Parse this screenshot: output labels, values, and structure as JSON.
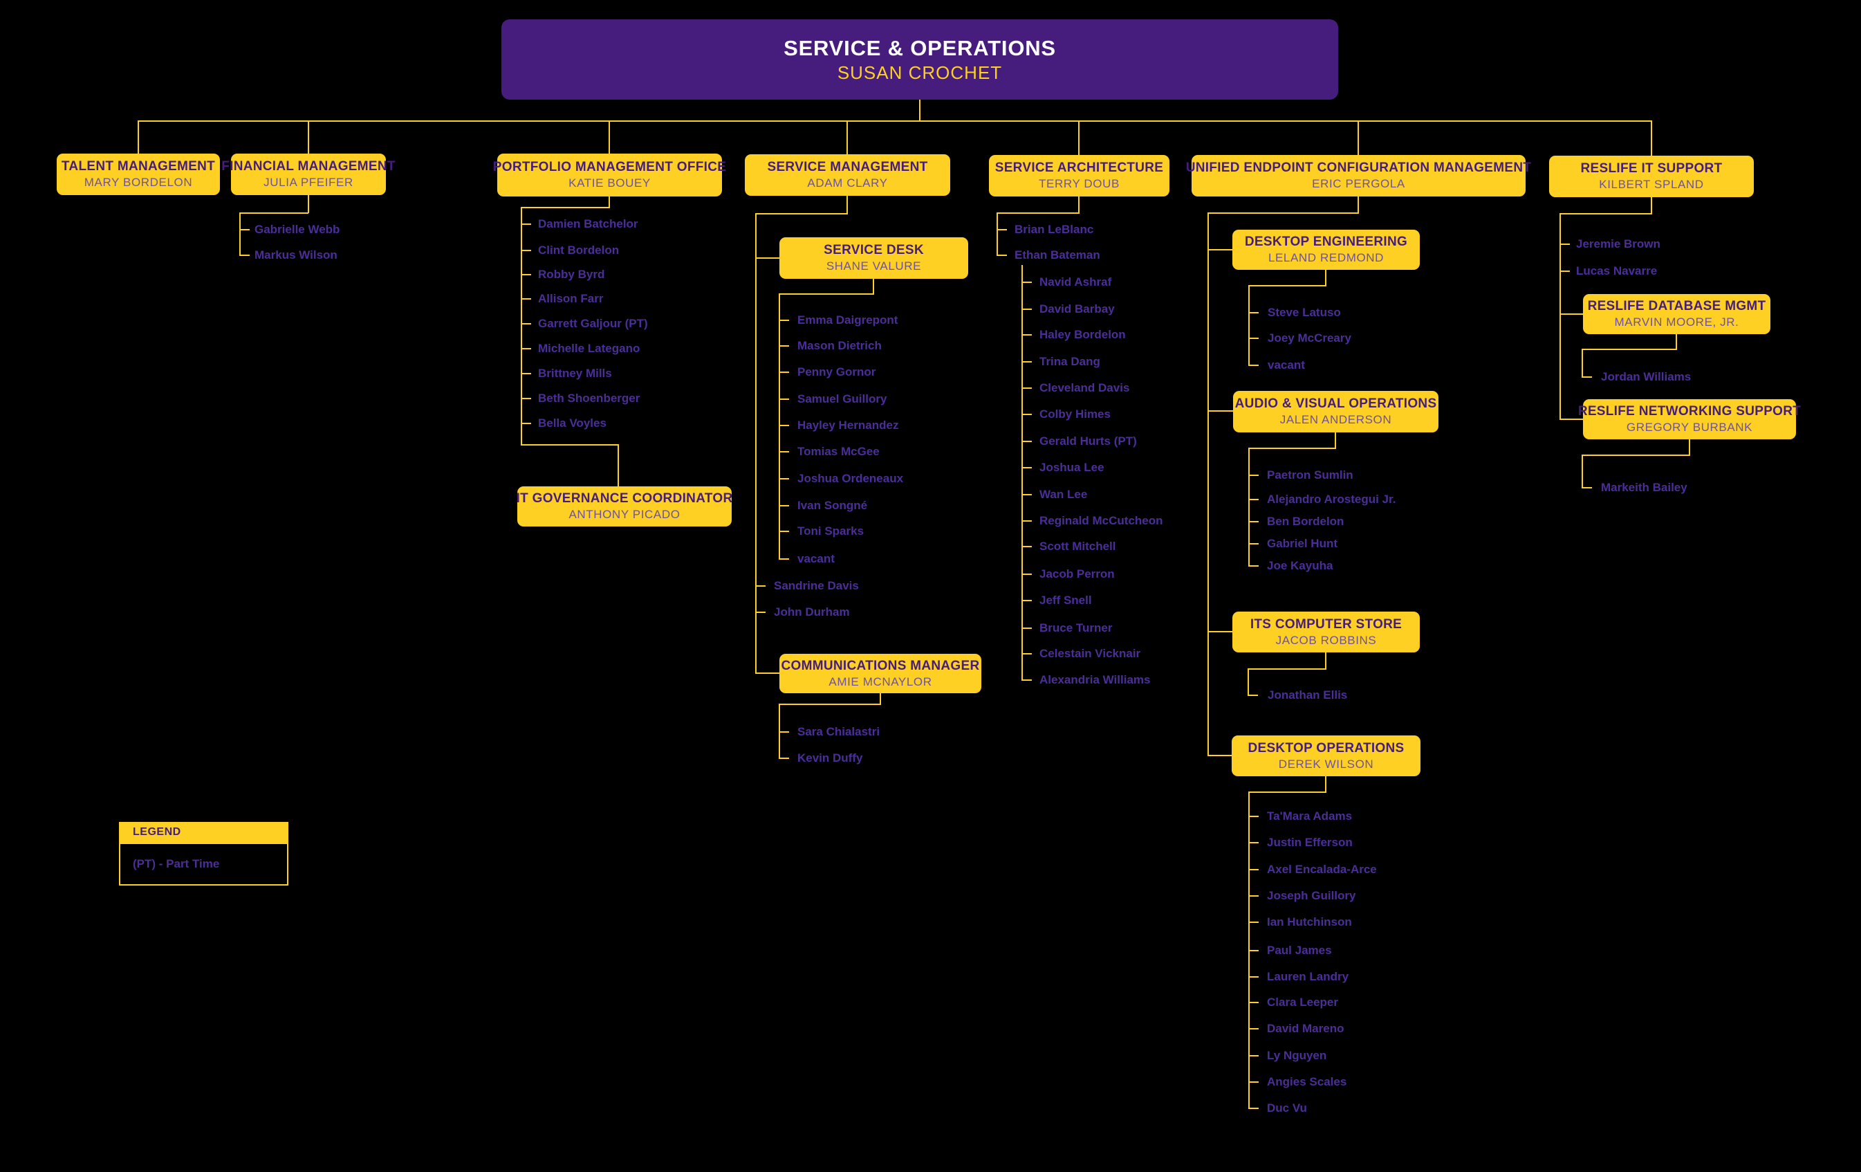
{
  "colors": {
    "background": "#000000",
    "gold": "#FDD023",
    "purple": "#461D7C",
    "subtitle_purple": "#6E51A5",
    "list_purple": "#4B2E99",
    "root_title_white": "#FFFFFF"
  },
  "root": {
    "title": "SERVICE & OPERATIONS",
    "name": "SUSAN CROCHET"
  },
  "units": {
    "talent_management": {
      "title": "TALENT MANAGEMENT",
      "name": "MARY BORDELON"
    },
    "financial_management": {
      "title": "FINANCIAL MANAGEMENT",
      "name": "JULIA PFEIFER",
      "members": [
        "Gabrielle Webb",
        "Markus Wilson"
      ]
    },
    "portfolio_management_office": {
      "title": "PORTFOLIO MANAGEMENT OFFICE",
      "name": "KATIE BOUEY",
      "members": [
        "Damien Batchelor",
        "Clint Bordelon",
        "Robby Byrd",
        "Allison Farr",
        "Garrett Galjour (PT)",
        "Michelle Lategano",
        "Brittney Mills",
        "Beth Shoenberger",
        "Bella Voyles"
      ]
    },
    "it_governance_coordinator": {
      "title": "IT GOVERNANCE COORDINATOR",
      "name": "ANTHONY PICADO"
    },
    "service_management": {
      "title": "SERVICE MANAGEMENT",
      "name": "ADAM CLARY",
      "members": [
        "Sandrine Davis",
        "John Durham"
      ]
    },
    "service_desk": {
      "title": "SERVICE DESK",
      "name": "SHANE VALURE",
      "members": [
        "Emma Daigrepont",
        "Mason Dietrich",
        "Penny Gornor",
        "Samuel Guillory",
        "Hayley Hernandez",
        "Tomias McGee",
        "Joshua Ordeneaux",
        "Ivan Songné",
        "Toni Sparks",
        "vacant"
      ]
    },
    "communications_manager": {
      "title": "COMMUNICATIONS MANAGER",
      "name": "AMIE MCNAYLOR",
      "members": [
        "Sara Chialastri",
        "Kevin Duffy"
      ]
    },
    "service_architecture": {
      "title": "SERVICE ARCHITECTURE",
      "name": "TERRY DOUB",
      "members": [
        "Brian LeBlanc",
        "Ethan Bateman"
      ],
      "ethan_bateman_team": [
        "Navid Ashraf",
        "David Barbay",
        "Haley Bordelon",
        "Trina Dang",
        "Cleveland Davis",
        "Colby Himes",
        "Gerald Hurts (PT)",
        "Joshua Lee",
        "Wan Lee",
        "Reginald McCutcheon",
        "Scott Mitchell",
        "Jacob Perron",
        "Jeff Snell",
        "Bruce Turner",
        "Celestain Vicknair",
        "Alexandria Williams"
      ]
    },
    "unified_endpoint_configuration_management": {
      "title": "UNIFIED ENDPOINT CONFIGURATION MANAGEMENT",
      "name": "ERIC PERGOLA"
    },
    "desktop_engineering": {
      "title": "DESKTOP ENGINEERING",
      "name": "LELAND REDMOND",
      "members": [
        "Steve Latuso",
        "Joey McCreary",
        "vacant"
      ]
    },
    "audio_visual_operations": {
      "title": "AUDIO & VISUAL OPERATIONS",
      "name": "JALEN ANDERSON",
      "members": [
        "Paetron Sumlin",
        "Alejandro Arostegui Jr.",
        "Ben Bordelon",
        "Gabriel Hunt",
        "Joe Kayuha"
      ]
    },
    "its_computer_store": {
      "title": "ITS COMPUTER STORE",
      "name": "JACOB ROBBINS",
      "members": [
        "Jonathan Ellis"
      ]
    },
    "desktop_operations": {
      "title": "DESKTOP OPERATIONS",
      "name": "DEREK WILSON",
      "members": [
        "Ta'Mara Adams",
        "Justin Efferson",
        "Axel Encalada-Arce",
        "Joseph Guillory",
        "Ian Hutchinson",
        "Paul James",
        "Lauren Landry",
        "Clara Leeper",
        "David Mareno",
        "Ly Nguyen",
        "Angies Scales",
        "Duc Vu"
      ]
    },
    "reslife_it_support": {
      "title": "RESLIFE IT SUPPORT",
      "name": "KILBERT SPLAND",
      "members": [
        "Jeremie Brown",
        "Lucas Navarre"
      ]
    },
    "reslife_database_mgmt": {
      "title": "RESLIFE DATABASE MGMT",
      "name": "MARVIN MOORE, JR.",
      "members": [
        "Jordan Williams"
      ]
    },
    "reslife_networking_support": {
      "title": "RESLIFE NETWORKING SUPPORT",
      "name": "GREGORY BURBANK",
      "members": [
        "Markeith Bailey"
      ]
    }
  },
  "legend": {
    "title": "LEGEND",
    "entries": [
      "(PT) - Part Time"
    ]
  }
}
